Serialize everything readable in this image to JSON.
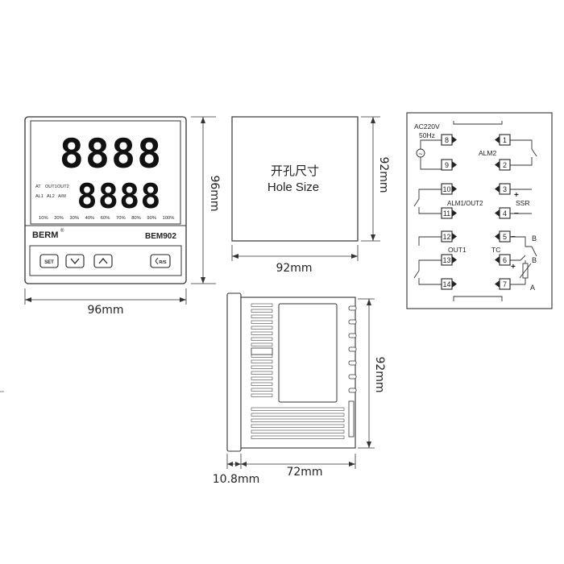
{
  "front": {
    "display_top": "8888",
    "display_bottom": "8888",
    "indicators_top": [
      "AT",
      "OUT1",
      "OUT2"
    ],
    "indicators_bottom": [
      "AL1",
      "AL2",
      "A/M"
    ],
    "bargraph": [
      "10%",
      "20%",
      "30%",
      "40%",
      "60%",
      "70%",
      "80%",
      "90%",
      "100%"
    ],
    "brand": "BERM",
    "brand_mark": "®",
    "model": "BEM902",
    "buttons": {
      "set": "SET",
      "rs": "R/S"
    },
    "width_label": "96mm",
    "height_label": "96mm"
  },
  "cutout": {
    "title_cn": "开孔尺寸",
    "title_en": "Hole Size",
    "width_label": "92mm",
    "height_label": "92mm"
  },
  "side": {
    "depth_label": "72mm",
    "bezel_label": "10.8mm",
    "height_label": "92mm"
  },
  "wiring": {
    "power_label": "AC220V",
    "freq_label": "50Hz",
    "ac_symbol": "~",
    "alm2": "ALM2",
    "alm1_out2": "ALM1/OUT2",
    "ssr": "SSR",
    "out1": "OUT1",
    "tc": "TC",
    "plus": "+",
    "minus": "−",
    "b1": "B",
    "b2": "B",
    "a": "A",
    "terminals_left": [
      "8",
      "9",
      "10",
      "11",
      "12",
      "13",
      "14"
    ],
    "terminals_right": [
      "1",
      "2",
      "3",
      "4",
      "5",
      "6",
      "7"
    ]
  }
}
